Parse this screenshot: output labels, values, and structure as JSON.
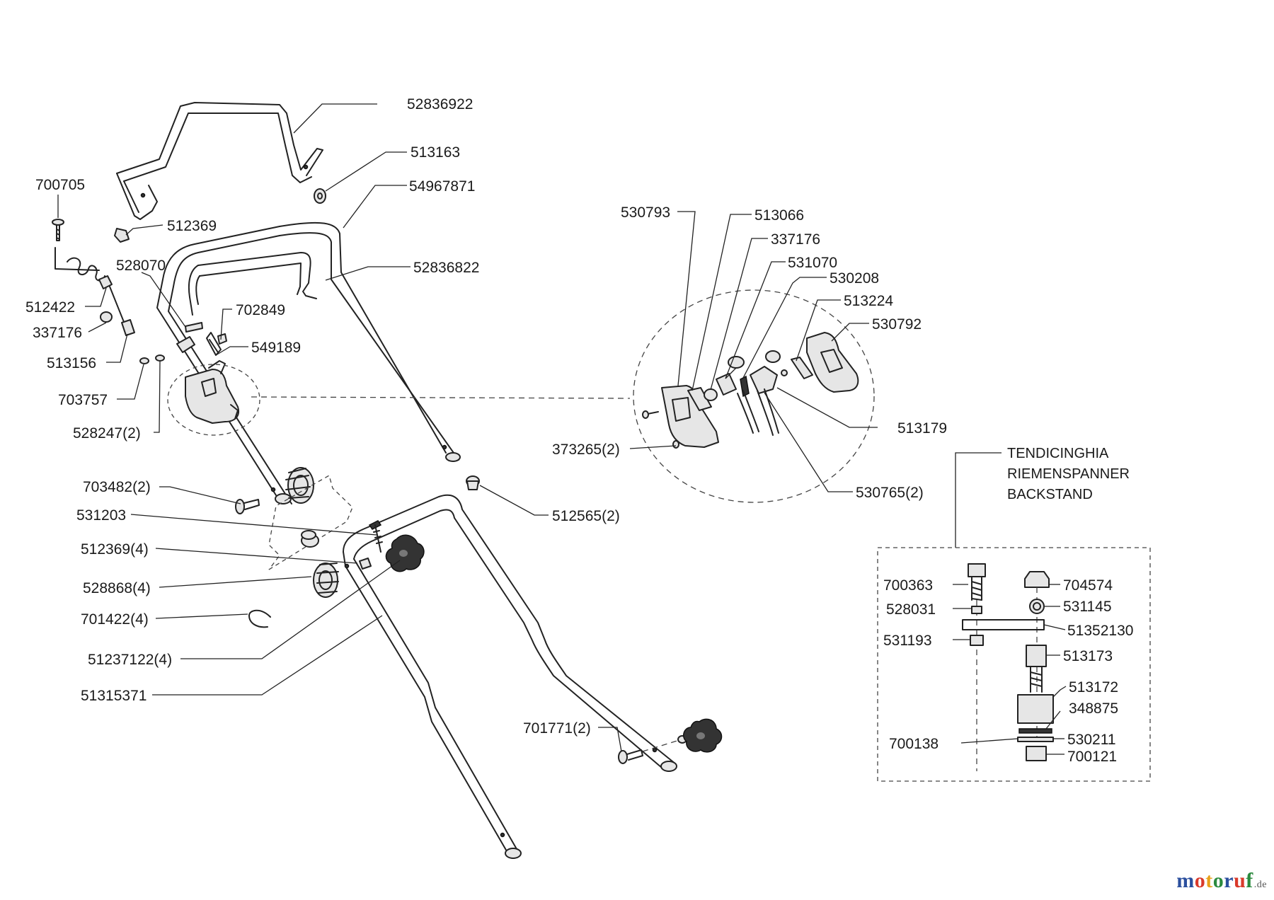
{
  "parts": {
    "p52836922": "52836922",
    "p513163": "513163",
    "p54967871": "54967871",
    "p700705": "700705",
    "p512369": "512369",
    "p528070": "528070",
    "p52836822": "52836822",
    "p512422": "512422",
    "p702849": "702849",
    "p337176_a": "337176",
    "p549189": "549189",
    "p513156": "513156",
    "p703757": "703757",
    "p528247": "528247(2)",
    "p703482": "703482(2)",
    "p531203": "531203",
    "p512369_4": "512369(4)",
    "p528868": "528868(4)",
    "p701422": "701422(4)",
    "p51237122": "51237122(4)",
    "p51315371": "51315371",
    "p512565": "512565(2)",
    "p701771": "701771(2)",
    "p530793": "530793",
    "p513066": "513066",
    "p337176_b": "337176",
    "p531070": "531070",
    "p530208": "530208",
    "p513224": "513224",
    "p530792": "530792",
    "p513179": "513179",
    "p373265": "373265(2)",
    "p530765": "530765(2)"
  },
  "tensioner_box": {
    "title_lines": [
      "TENDICINGHIA",
      "RIEMENSPANNER",
      "BACKSTAND"
    ],
    "p700363": "700363",
    "p704574": "704574",
    "p528031": "528031",
    "p531145": "531145",
    "p51352130": "51352130",
    "p531193": "531193",
    "p513173": "513173",
    "p513172": "513172",
    "p348875": "348875",
    "p700138": "700138",
    "p530211": "530211",
    "p700121": "700121"
  },
  "brand": {
    "letters": [
      "m",
      "o",
      "t",
      "o",
      "r",
      "u",
      "f"
    ],
    "letter_colors": [
      "#2b4f9e",
      "#d93a2b",
      "#e8a11a",
      "#2b8a3e",
      "#2b4f9e",
      "#d93a2b",
      "#2b8a3e"
    ],
    "domain": ".de"
  }
}
